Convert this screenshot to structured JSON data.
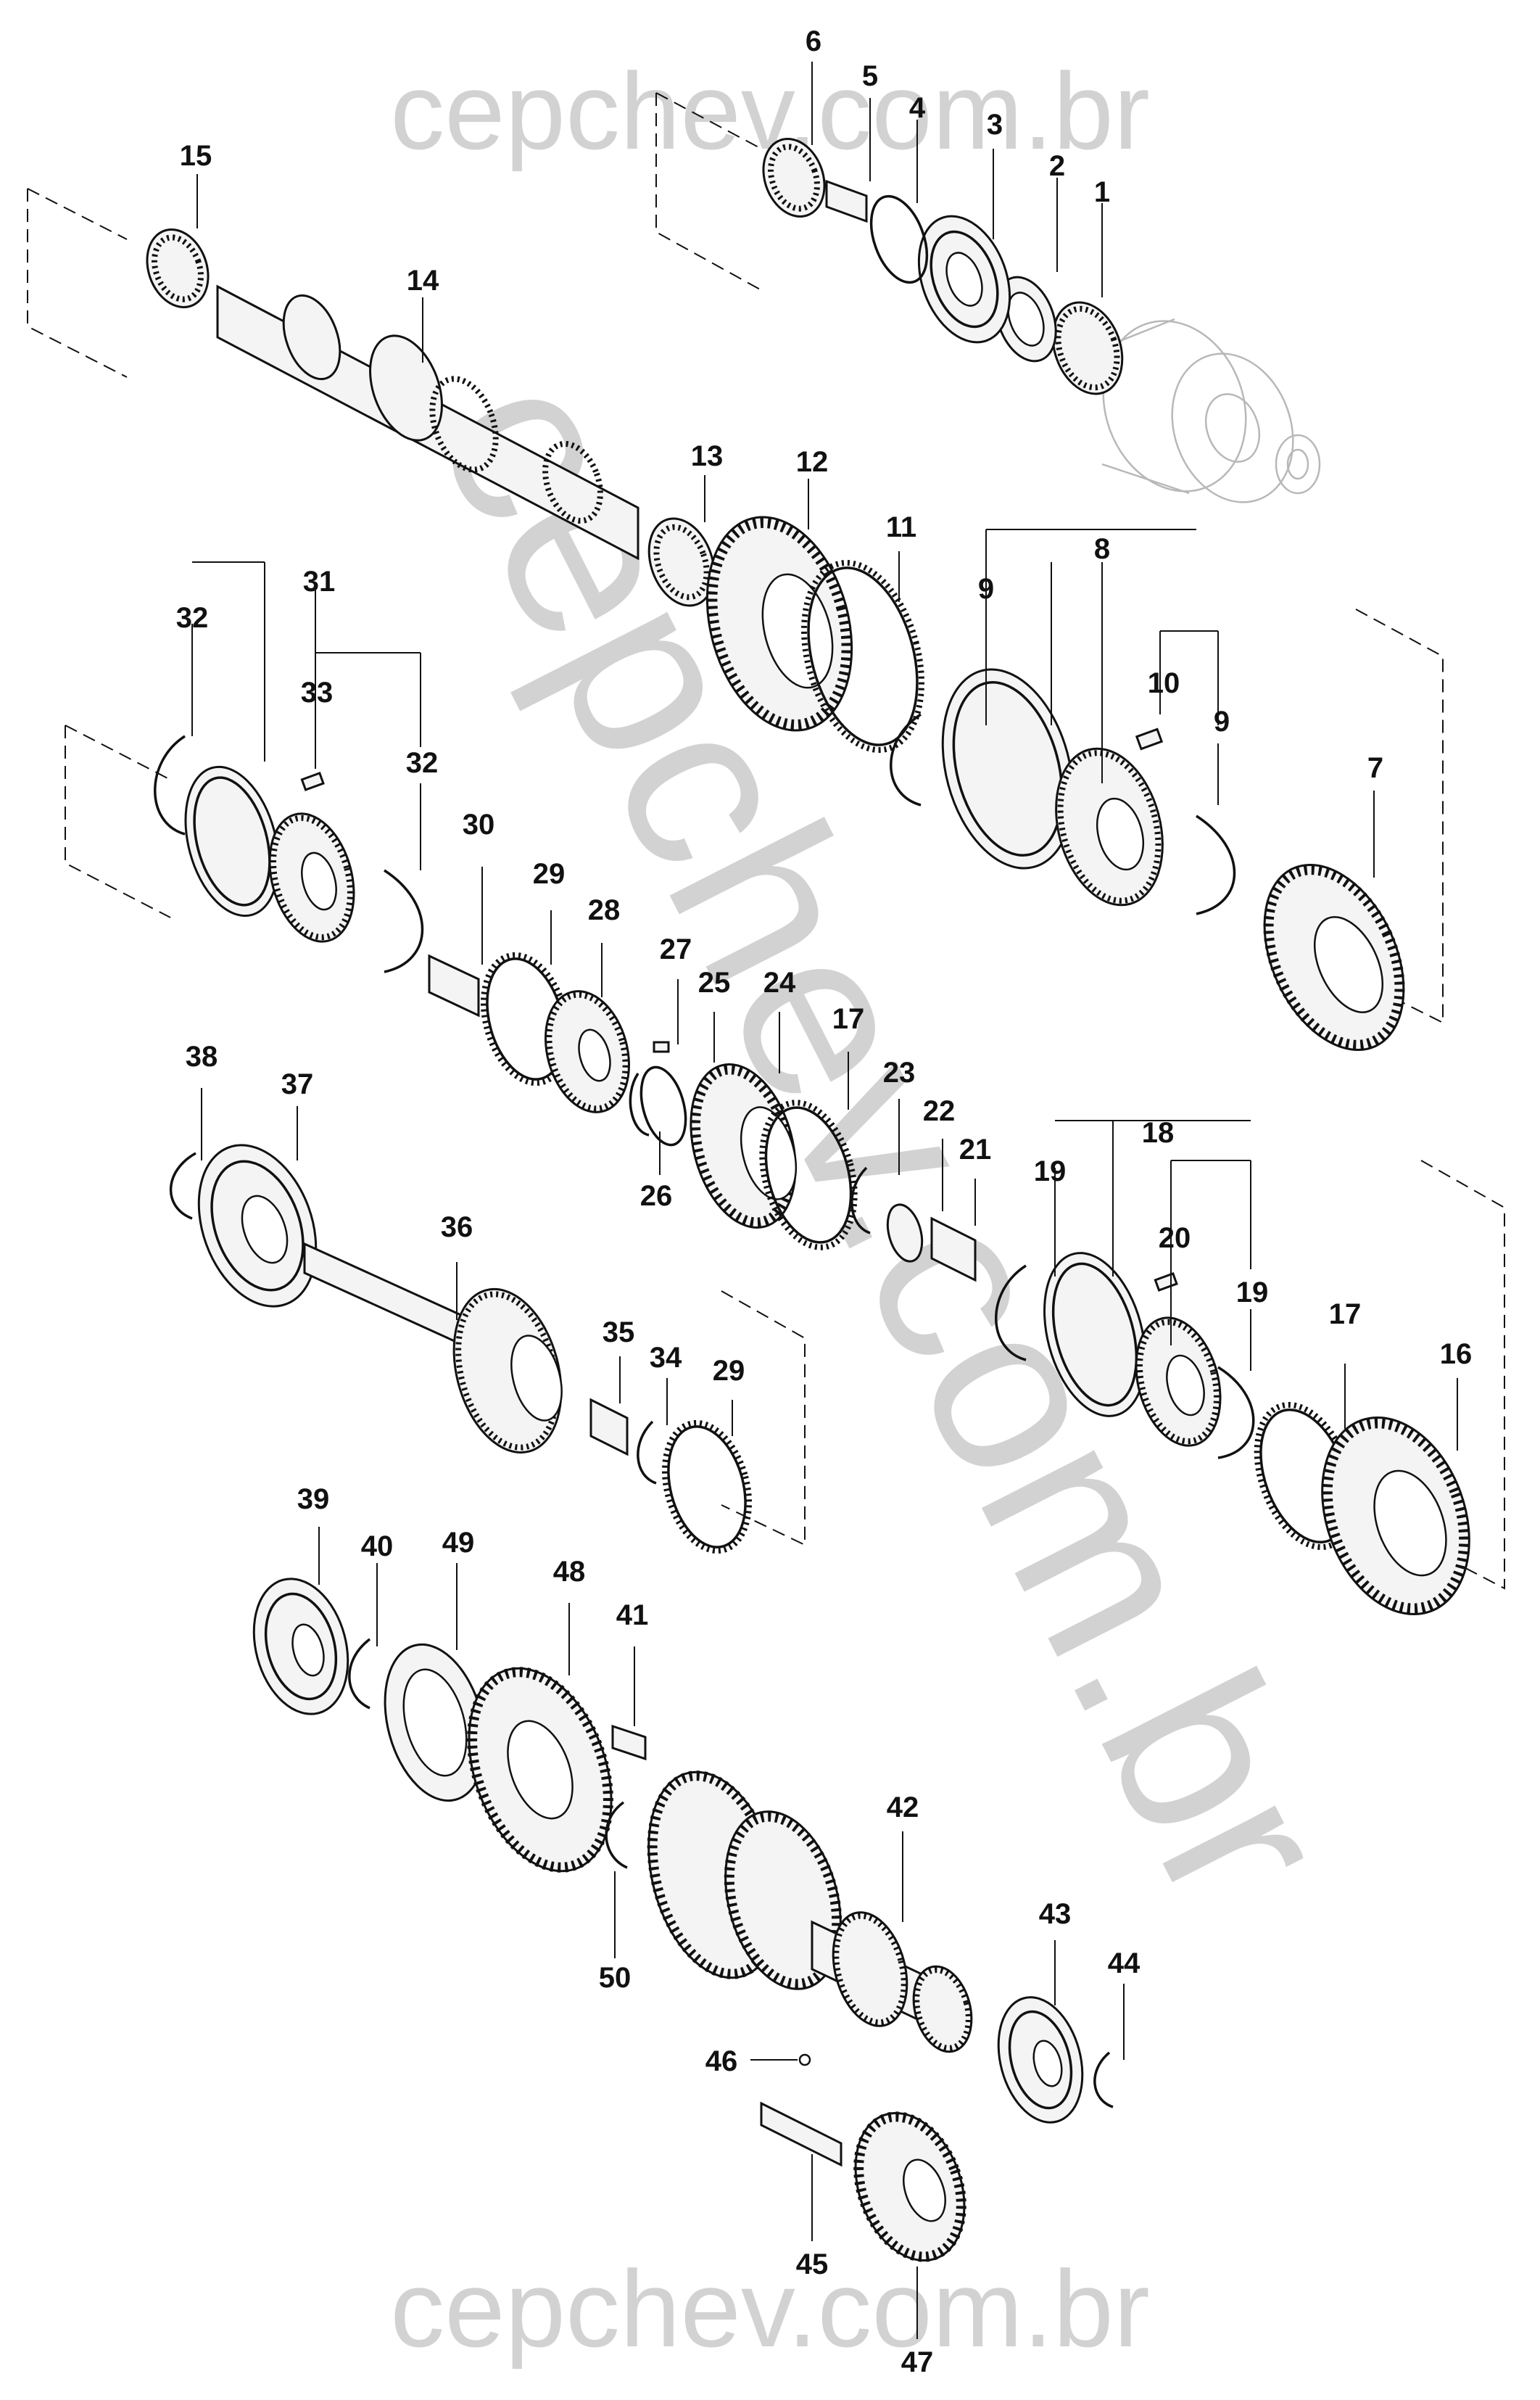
{
  "watermark": {
    "text": "cepchev.com.br",
    "color": "#d2d2d2"
  },
  "diagram": {
    "line_color": "#111111",
    "callouts": [
      "1",
      "2",
      "3",
      "4",
      "5",
      "6",
      "7",
      "8",
      "9",
      "9",
      "10",
      "11",
      "12",
      "13",
      "14",
      "15",
      "16",
      "17",
      "17",
      "18",
      "19",
      "19",
      "20",
      "21",
      "22",
      "23",
      "24",
      "25",
      "26",
      "27",
      "28",
      "29",
      "29",
      "30",
      "31",
      "32",
      "32",
      "33",
      "34",
      "35",
      "36",
      "37",
      "38",
      "39",
      "40",
      "41",
      "42",
      "43",
      "44",
      "45",
      "46",
      "47",
      "48",
      "49",
      "50"
    ]
  }
}
